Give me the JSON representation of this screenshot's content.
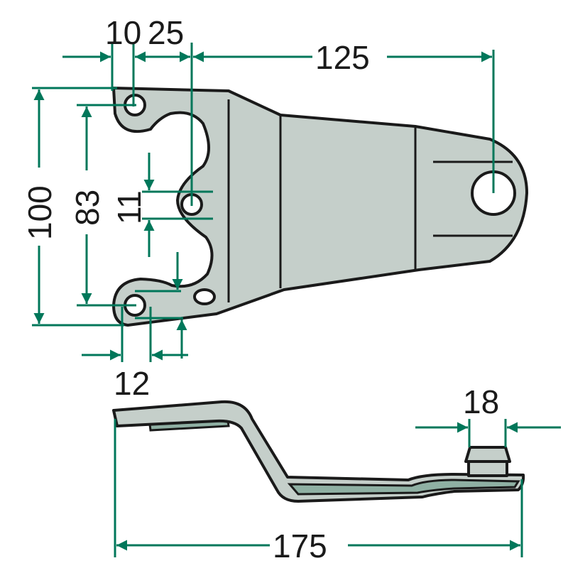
{
  "colors": {
    "dimension": "#00775a",
    "part_fill": "#c5cfca",
    "outline": "#1a1a1a"
  },
  "dimensions": {
    "top_hole_offset": "10",
    "top_hole_spacing": "25",
    "length_to_pin": "125",
    "overall_height": "100",
    "hole_spacing": "83",
    "middle_hole_dia": "11",
    "bottom_hole_dia": "12",
    "pin_dia": "18",
    "overall_length": "175"
  }
}
